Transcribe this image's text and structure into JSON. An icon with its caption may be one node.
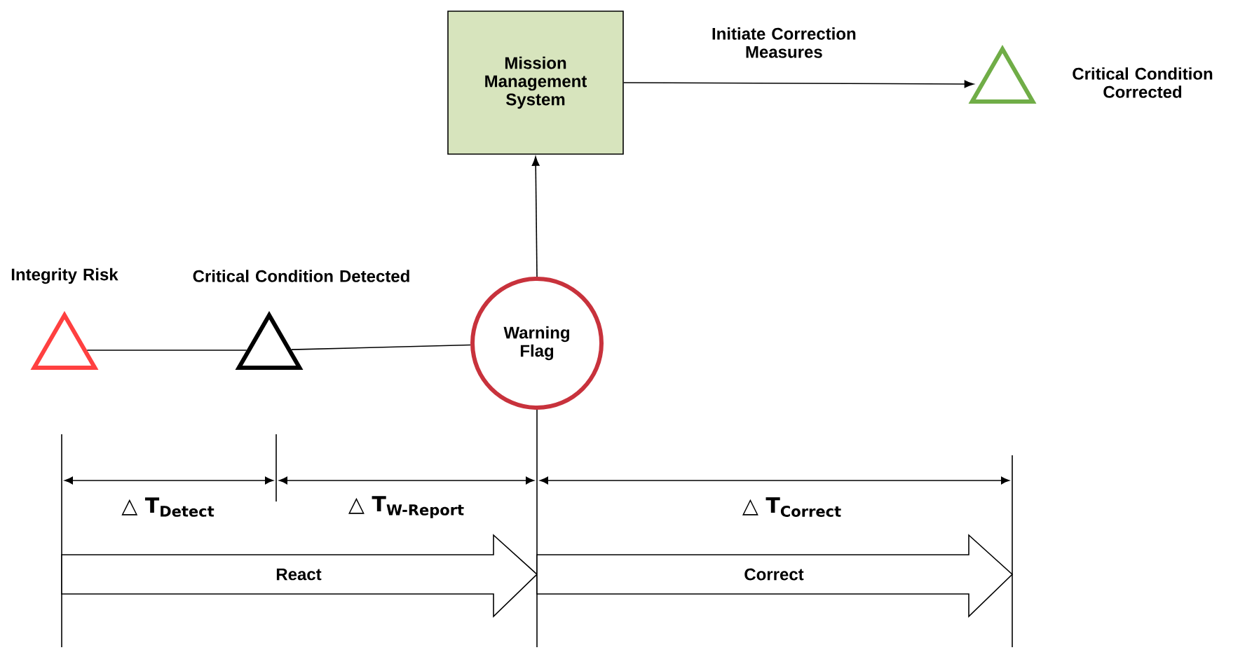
{
  "diagram": {
    "nodes": [
      {
        "text": [
          "Mission Management System"
        ]
      },
      {
        "text": [
          "Critical Condition Corrected"
        ]
      },
      {
        "text": [
          "Integrity Risk"
        ]
      },
      {
        "text": [
          "Critical Condition Detected"
        ]
      },
      {
        "text": [
          "Warning Flag"
        ]
      },
      {
        "text": [
          "React"
        ]
      },
      {
        "text": [
          "Correct"
        ]
      }
    ],
    "edges": [
      {
        "from": 0,
        "to": 1,
        "arrow": "to",
        "label": "Initiate Correction Measures"
      },
      {
        "from": 4,
        "to": 0,
        "arrow": "to"
      },
      {
        "from": 2,
        "to": 3,
        "arrow": "none"
      },
      {
        "from": 3,
        "to": 4,
        "arrow": "none"
      }
    ],
    "labels": [
      "△ T$_{Detect}$",
      "△ T$_{W-Report}$",
      "△ T$_{Correct}$"
    ]
  }
}
